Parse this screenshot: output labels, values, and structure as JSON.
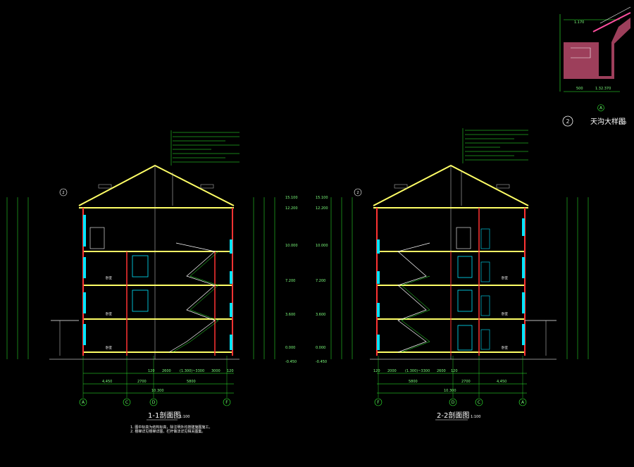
{
  "section_left": {
    "title": "1-1剖面图",
    "scale": "1:100",
    "axes": [
      "A",
      "C",
      "D",
      "F"
    ],
    "callout": "2",
    "elev_marks": [
      "15.100",
      "12.200",
      "10.000",
      "7.200",
      "3.600",
      "0.000",
      "-0.450"
    ],
    "dims_bottom_1": [
      "120",
      "2600",
      "(1.300)~3300",
      "3000",
      "120"
    ],
    "dims_bottom_2": [
      "4,450",
      "2700",
      "5800"
    ],
    "overall": "10.300",
    "rooms": [
      "卧室",
      "卧室",
      "卧室"
    ],
    "notes": [
      "1. 图中标高为结构标高，除注明外均按建施图施工。",
      "2. 楼梯详见楼梯详图，栏杆做法详见相关图集。"
    ]
  },
  "section_right": {
    "title": "2-2剖面图",
    "scale": "1:100",
    "axes": [
      "F",
      "D",
      "C",
      "A"
    ],
    "callout": "2",
    "elev_marks": [
      "15.100",
      "12.200",
      "10.000",
      "7.200",
      "3.600",
      "0.000",
      "-0.450"
    ],
    "dims_bottom_1": [
      "120",
      "2000",
      "(1.300)~3300",
      "2600",
      "120"
    ],
    "dims_bottom_2": [
      "5800",
      "2700",
      "4,450"
    ],
    "overall": "10.300",
    "rooms": [
      "卧室",
      "卧室",
      "卧室"
    ]
  },
  "detail": {
    "number": "2",
    "title": "天沟大样图",
    "scale": "1:20",
    "axis": "A",
    "dims": [
      "1.170",
      "500",
      "1.32.370"
    ]
  },
  "colors": {
    "wall": "#ffff66",
    "column": "#ff3333",
    "window": "#00e5ff",
    "dim": "#33ff33",
    "roof": "#ffff66",
    "stair": "#ffffff"
  }
}
